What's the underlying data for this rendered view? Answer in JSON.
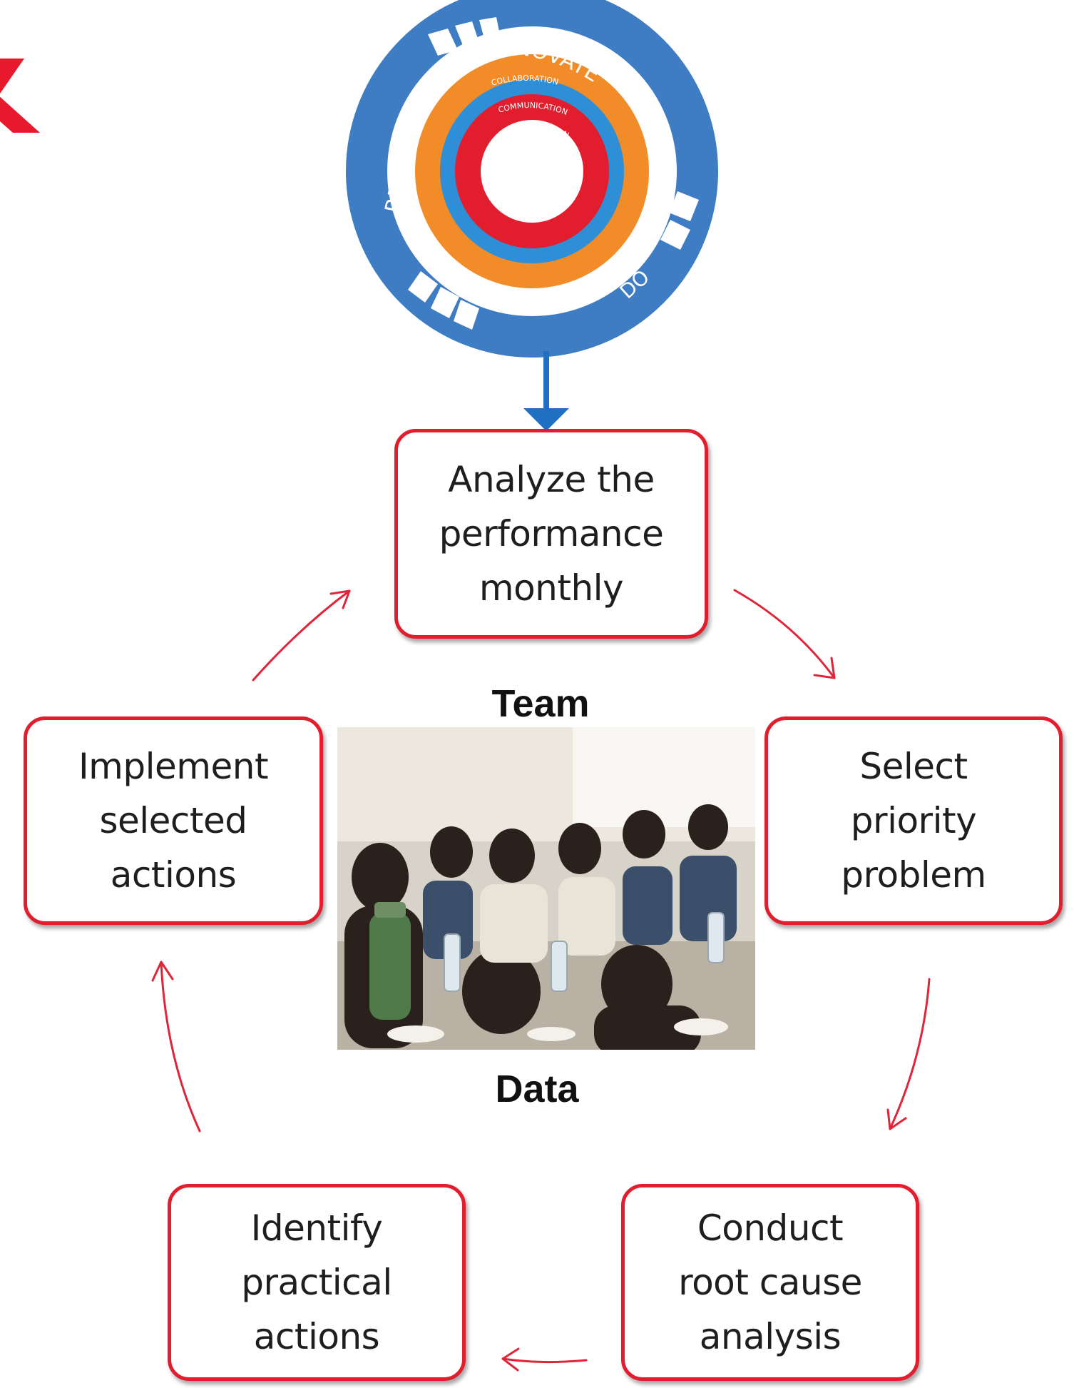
{
  "cycle_logo": {
    "outer_ring_words": [
      "INNOVATE",
      "DO",
      "REVIEW"
    ],
    "inner_ring_words": [
      "COLLABORATION",
      "COMMUNICATION",
      "COORDINATION"
    ],
    "colors": {
      "outer": "#3e7cc4",
      "orange": "#f28c28",
      "blue": "#2f8fd6",
      "red": "#e11d2e"
    }
  },
  "steps": {
    "analyze": "Analyze the\nperformance\nmonthly",
    "select": "Select\npriority\nproblem",
    "conduct": "Conduct\nroot cause\nanalysis",
    "identify": "Identify\npractical\nactions",
    "implement": "Implement\nselected\nactions"
  },
  "center": {
    "top_label": "Team",
    "bottom_label": "Data"
  },
  "colors": {
    "box_border": "#e11d2e",
    "arrow": "#e0253a",
    "down_arrow": "#1f6fc2",
    "logo_mark": "#e8192c"
  }
}
